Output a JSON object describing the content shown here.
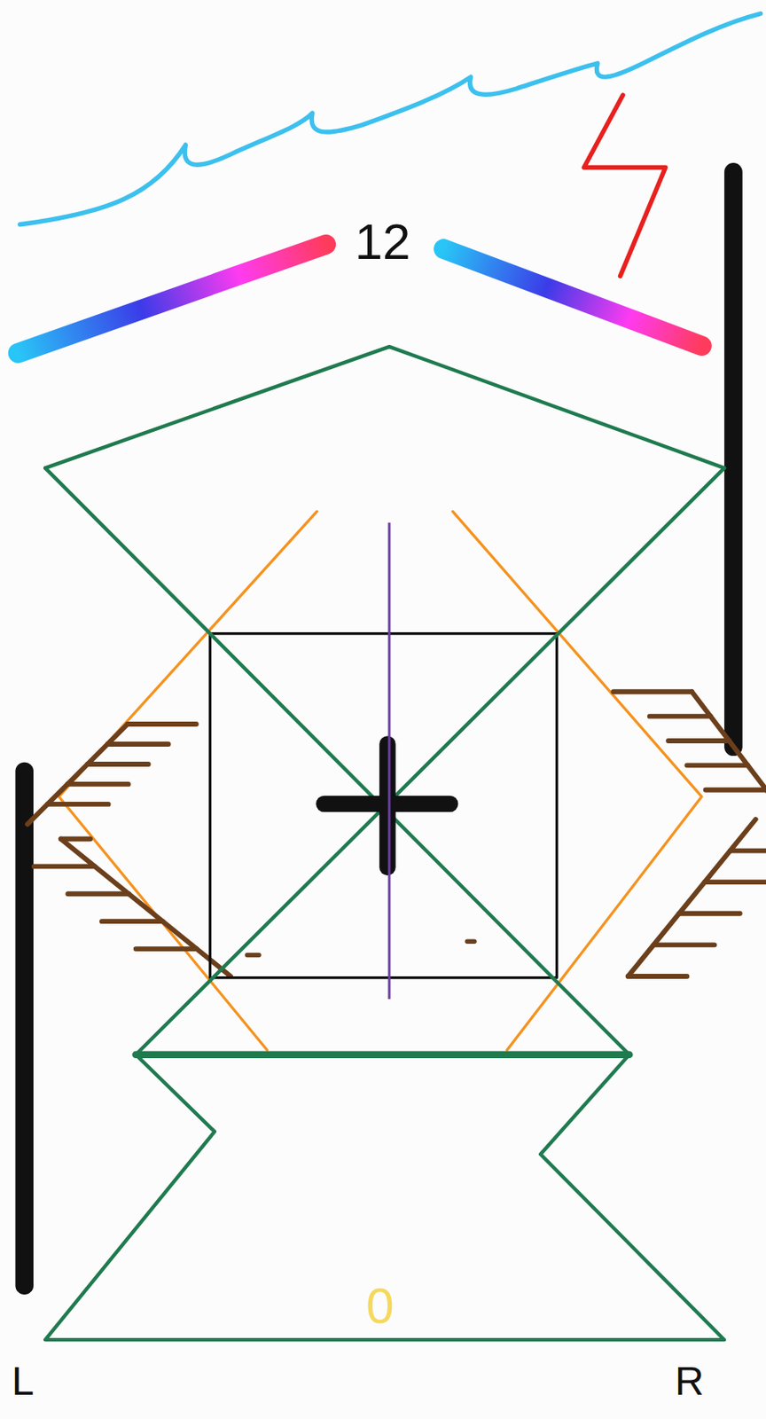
{
  "diagram": {
    "nodes": [
      {
        "text": [
          "12"
        ]
      },
      {
        "text": [
          "0"
        ]
      }
    ],
    "edges": [
      {
        "from": 0,
        "to": 1,
        "arrow": "none"
      }
    ],
    "labels": [
      "L",
      "R"
    ]
  }
}
